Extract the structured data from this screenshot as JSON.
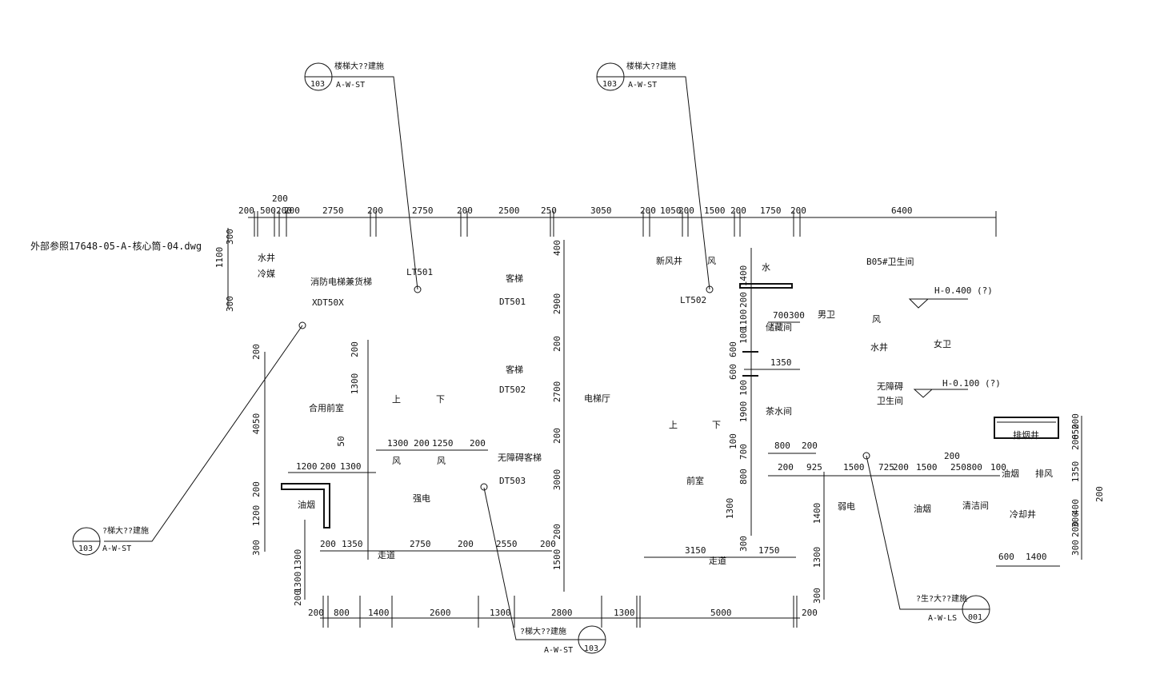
{
  "drawing": {
    "xref_label": "外部参照17648-05-A-核心筒-04.dwg"
  },
  "top_dims": [
    "200",
    "500",
    "200",
    "200",
    "2750",
    "200",
    "2750",
    "200",
    "2500",
    "250",
    "3050",
    "200",
    "1050",
    "200",
    "1500",
    "200",
    "1750",
    "200",
    "6400"
  ],
  "bottom_dims": [
    "200",
    "800",
    "1400",
    "2600",
    "1300",
    "2800",
    "1300",
    "5000",
    "200"
  ],
  "rooms": {
    "shui_jing": "水井",
    "leng_mei": "冷媒",
    "fire_elevator": "消防电梯兼货梯",
    "fire_elevator_id": "XDT50X",
    "lt501": "LT501",
    "lt502": "LT502",
    "passenger_1": "客梯",
    "dt501": "DT501",
    "passenger_2": "客梯",
    "dt502": "DT502",
    "accessible_elev": "无障碍客梯",
    "dt503": "DT503",
    "elevator_hall": "电梯厅",
    "fresh_air_shaft": "新风井",
    "wind_1": "风",
    "water_1": "水",
    "b05_toilet": "B05#卫生间",
    "h1": "H-0.400 (?)",
    "h2": "H-0.100 (?)",
    "male_toilet": "男卫",
    "female_toilet": "女卫",
    "wind_2": "风",
    "water_2": "水井",
    "accessible_toilet_1": "无障碍",
    "accessible_toilet_2": "卫生间",
    "storage": "储藏间",
    "tea_room": "茶水间",
    "front_room_left": "合用前室",
    "front_room_right": "前室",
    "up_1": "上",
    "down_1": "下",
    "up_2": "上",
    "down_2": "下",
    "wind_3": "风",
    "wind_4": "风",
    "strong_elec": "强电",
    "weak_elec": "弱电",
    "oil_smoke_l": "油烟",
    "corridor_1": "走道",
    "corridor_2": "走道",
    "oil_smoke_r1": "油烟",
    "oil_smoke_r2": "油烟",
    "exhaust": "排风",
    "cleaning": "清洁间",
    "cooling_shaft": "冷却井",
    "smoke_shaft": "排烟井"
  },
  "section_refs": [
    {
      "title": "楼梯大??建施",
      "sheet": "A-W-ST",
      "num": "103"
    },
    {
      "title": "楼梯大??建施",
      "sheet": "A-W-ST",
      "num": "103"
    },
    {
      "title": "?梯大??建施",
      "sheet": "A-W-ST",
      "num": "103"
    },
    {
      "title": "?梯大??建施",
      "sheet": "A-W-ST",
      "num": "103"
    },
    {
      "title": "?生?大??建施",
      "sheet": "A-W-LS",
      "num": "001"
    }
  ],
  "inner_dims": {
    "d_300a": "300",
    "d_1100a": "1100",
    "d_300b": "300",
    "v200a": "200",
    "v4050": "4050",
    "v200b": "200",
    "v1200": "1200",
    "v300c": "300",
    "v400": "400",
    "v2900": "2900",
    "v200c": "200",
    "v2700": "2700",
    "v200d": "200",
    "v3000": "3000",
    "v200e": "200",
    "v1500": "1500",
    "v200f": "200",
    "v1300a": "1300",
    "v50": "50",
    "h1300": "1300",
    "h200a": "200",
    "h1250": "1250",
    "h200b": "200",
    "h1200": "1200",
    "h200c": "200",
    "h1300b": "1300",
    "h200d": "200",
    "h1350": "1350",
    "h2750": "2750",
    "h200e": "200",
    "h2550": "2550",
    "h200f": "200",
    "v1300b": "1300",
    "v1300c": "1300",
    "v200g": "200",
    "hr700": "700",
    "hr300": "300",
    "hr1350": "1350",
    "hr800": "800",
    "hr200": "200",
    "vr1400": "1400",
    "vr200a": "200",
    "vr1100": "1100",
    "vr100a": "100",
    "vr600a": "600",
    "vr600b": "600",
    "vr100b": "100",
    "vr1900": "1900",
    "vr100c": "100",
    "vr700": "700",
    "vr800": "800",
    "vr1300": "1300",
    "vr300": "300",
    "h3150": "3150",
    "h1750": "1750",
    "hr200b": "200",
    "hr925": "925",
    "hr1500a": "1500",
    "hr725": "725",
    "hr200c": "200",
    "hr1500b": "1500",
    "hr250": "250",
    "hr800b": "800",
    "hr100": "100",
    "hr200d": "200",
    "vr1400b": "1400",
    "vr1300b": "1300",
    "vr300b": "300",
    "vfr200": "200",
    "vfr650": "650",
    "vfr200b": "200",
    "vfr1350": "1350",
    "vfr200c": "200",
    "vfr400": "400",
    "vfr300": "300",
    "vfr200d": "200",
    "hfr600": "600",
    "hfr1400": "1400",
    "vfr300b": "300"
  }
}
